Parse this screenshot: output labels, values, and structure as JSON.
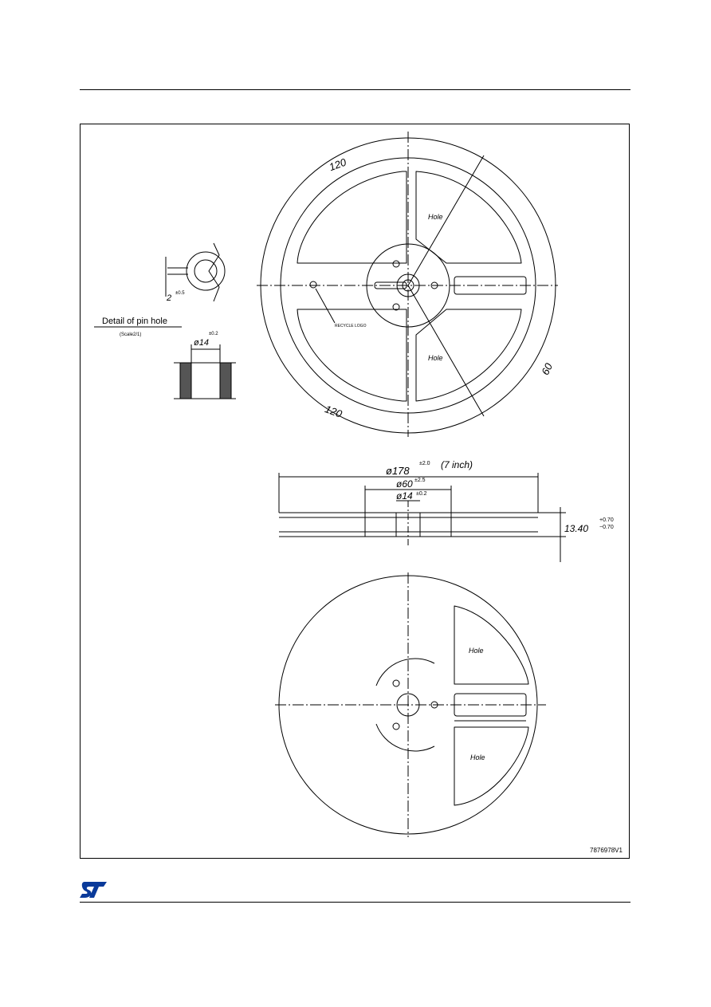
{
  "drawing": {
    "id": "7876978V1",
    "reel_top": {
      "angle_top": "120",
      "angle_bottom": "120",
      "angle_right": "60",
      "hole_upper": "Hole",
      "hole_lower": "Hole",
      "recycle_logo": "RECYCLE LOGO"
    },
    "pin_detail": {
      "title": "Detail of pin hole",
      "scale": "(Scale2/1)",
      "width_value": "2",
      "width_tol": "±0.5",
      "diameter": "ø14",
      "diameter_tol": "±0.2"
    },
    "side_view": {
      "outer_dia": "ø178",
      "outer_tol": "±2.0",
      "outer_note": "(7  inch)",
      "hub_dia": "ø60",
      "hub_tol": "±2.5",
      "bore_dia": "ø14",
      "bore_tol": "±0.2",
      "thickness": "13.40",
      "thickness_tol_plus": "+0.70",
      "thickness_tol_minus": "−0.70"
    },
    "reel_bottom": {
      "hole_upper": "Hole",
      "hole_lower": "Hole"
    }
  },
  "colors": {
    "line": "#000000",
    "logo": "#0a3a9a",
    "background": "#ffffff"
  },
  "icons": {
    "brand": "st-logo"
  }
}
